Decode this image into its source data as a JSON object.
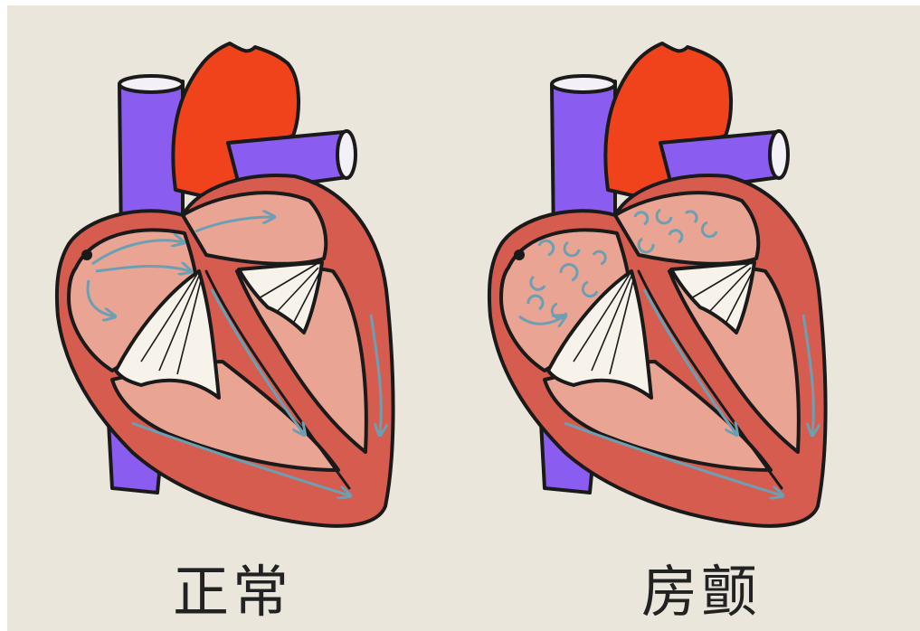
{
  "panels": [
    {
      "caption": "正常",
      "state": "normal"
    },
    {
      "caption": "房颤",
      "state": "atrial-fibrillation"
    }
  ],
  "colors": {
    "background": "#ebe6db",
    "vein": "#8b5cf0",
    "aorta": "#f0431c",
    "heart_wall": "#d65c4f",
    "heart_chamber": "#e9a494",
    "valve": "#f7f2ea",
    "flow_arrow": "#6d9fb2",
    "outline": "#1a1a1a"
  }
}
